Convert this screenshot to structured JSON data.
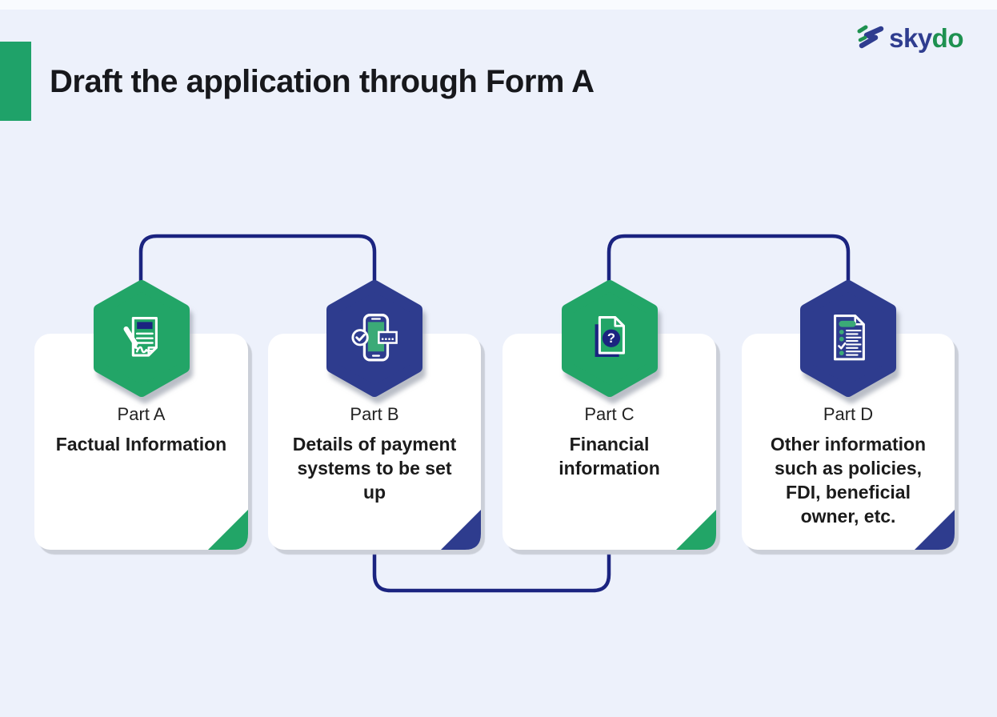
{
  "header": {
    "title": "Draft the application through Form A"
  },
  "logo": {
    "sky": "sky",
    "do": "do"
  },
  "cards": [
    {
      "part_label": "Part A",
      "description": "Factual Information",
      "theme": "green",
      "icon": "document-signature-icon"
    },
    {
      "part_label": "Part B",
      "description": "Details of payment systems to be set up",
      "theme": "navy",
      "icon": "phone-payment-icon"
    },
    {
      "part_label": "Part C",
      "description": "Financial information",
      "theme": "green",
      "icon": "document-question-icon"
    },
    {
      "part_label": "Part D",
      "description": "Other information such as policies, FDI, beneficial owner, etc.",
      "theme": "navy",
      "icon": "checklist-icon"
    }
  ],
  "icons": {
    "question_mark": "?"
  },
  "colors": {
    "background": "#EDF1FB",
    "top_strip": "#F9FBFE",
    "accent_bar": "#1FA269",
    "green": "#22A567",
    "green_light": "#3BAA77",
    "navy": "#2E3C8E",
    "navy_dark": "#1B2480",
    "title": "#17181C",
    "logo_blue": "#2F3D8F",
    "logo_green": "#1E9150",
    "card_shadow": "#CBCFD8"
  }
}
